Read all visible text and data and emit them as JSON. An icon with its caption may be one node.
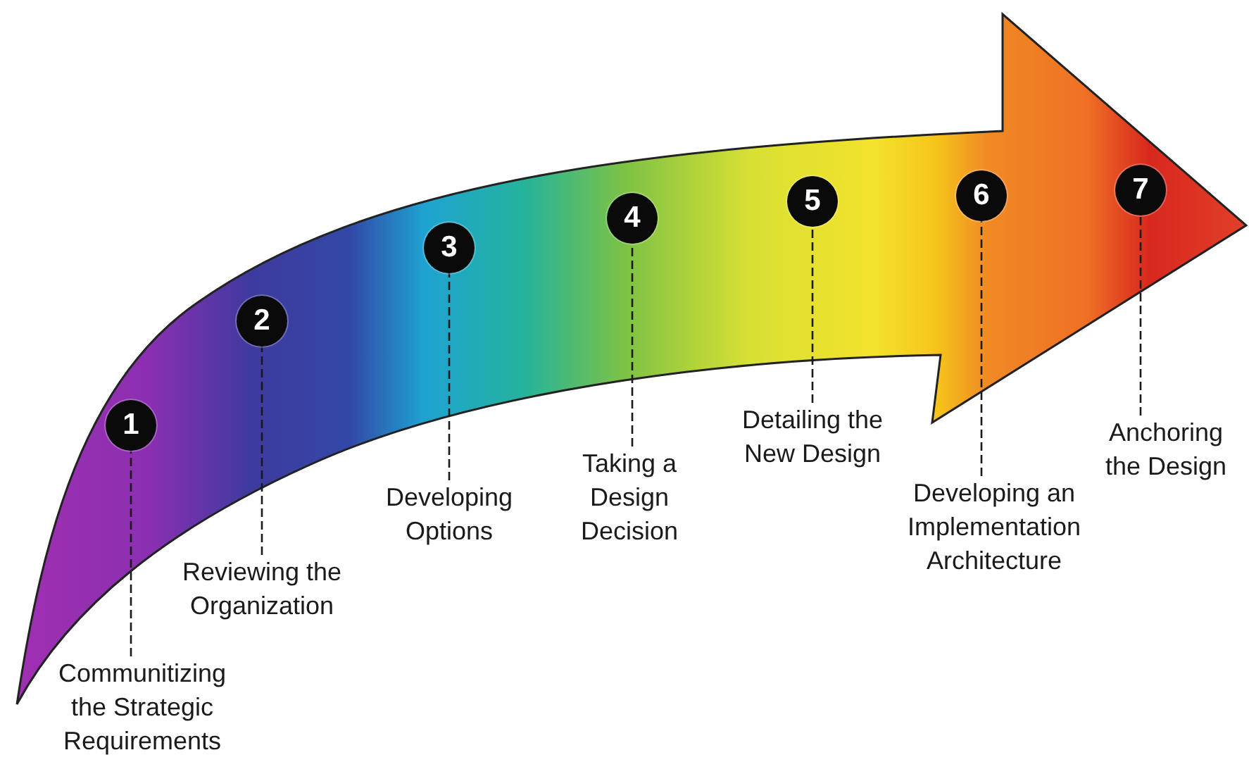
{
  "diagram": {
    "nodes": [
      {
        "text": [
          "1"
        ]
      },
      {
        "text": [
          "2"
        ]
      },
      {
        "text": [
          "3"
        ]
      },
      {
        "text": [
          "4"
        ]
      },
      {
        "text": [
          "5"
        ]
      },
      {
        "text": [
          "6"
        ]
      },
      {
        "text": [
          "7"
        ]
      },
      {
        "text": [
          "Communitizing the Strategic Requirements"
        ]
      },
      {
        "text": [
          "Reviewing the Organization"
        ]
      },
      {
        "text": [
          "Developing Options"
        ]
      },
      {
        "text": [
          "Taking a Design Decision"
        ]
      },
      {
        "text": [
          "Detailing the New Design"
        ]
      },
      {
        "text": [
          "Developing an Implementation Architecture"
        ]
      },
      {
        "text": [
          "Anchoring the Design"
        ]
      }
    ],
    "edges": [
      {
        "from": 7,
        "to": 0,
        "arrow": "none",
        "style": "dashed"
      },
      {
        "from": 8,
        "to": 1,
        "arrow": "none",
        "style": "dashed"
      },
      {
        "from": 9,
        "to": 2,
        "arrow": "none",
        "style": "dashed"
      },
      {
        "from": 10,
        "to": 3,
        "arrow": "none",
        "style": "dashed"
      },
      {
        "from": 11,
        "to": 4,
        "arrow": "none",
        "style": "dashed"
      },
      {
        "from": 12,
        "to": 5,
        "arrow": "none",
        "style": "dashed"
      },
      {
        "from": 13,
        "to": 6,
        "arrow": "none",
        "style": "dashed"
      }
    ]
  }
}
